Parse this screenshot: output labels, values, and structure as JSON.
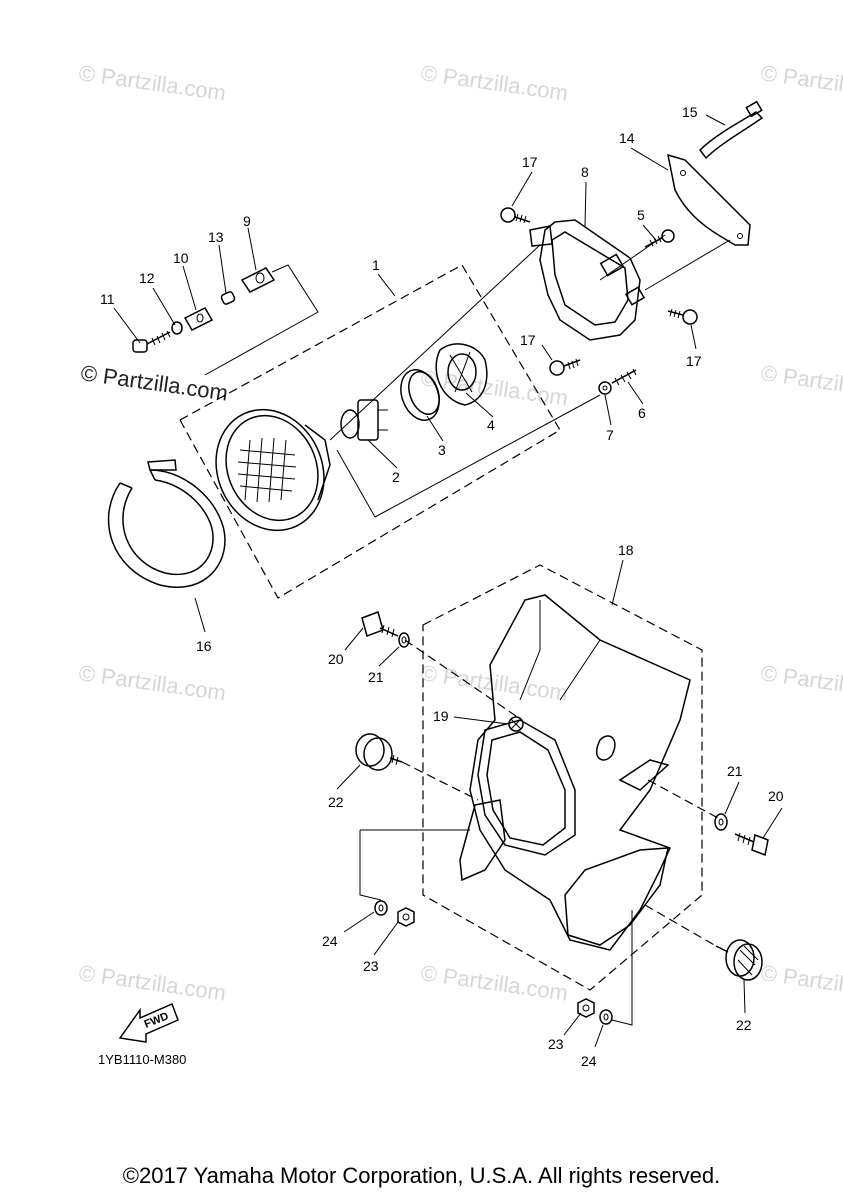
{
  "watermarks": {
    "light": "© Partzilla.com",
    "dark": "© Partzilla.com"
  },
  "callouts": {
    "c1": "1",
    "c2": "2",
    "c3": "3",
    "c4": "4",
    "c5": "5",
    "c6": "6",
    "c7": "7",
    "c8": "8",
    "c9": "9",
    "c10": "10",
    "c11": "11",
    "c12": "12",
    "c13": "13",
    "c14": "14",
    "c15": "15",
    "c16": "16",
    "c17a": "17",
    "c17b": "17",
    "c17c": "17",
    "c18": "18",
    "c19": "19",
    "c20a": "20",
    "c20b": "20",
    "c21a": "21",
    "c21b": "21",
    "c22a": "22",
    "c22b": "22",
    "c23a": "23",
    "c23b": "23",
    "c24a": "24",
    "c24b": "24"
  },
  "fwd_label": "FWD",
  "diagram_code": "1YB1110-M380",
  "copyright": "©2017 Yamaha Motor Corporation, U.S.A. All rights reserved.",
  "colors": {
    "line": "#000000",
    "watermark": "#d6d6d6",
    "background": "#ffffff"
  }
}
